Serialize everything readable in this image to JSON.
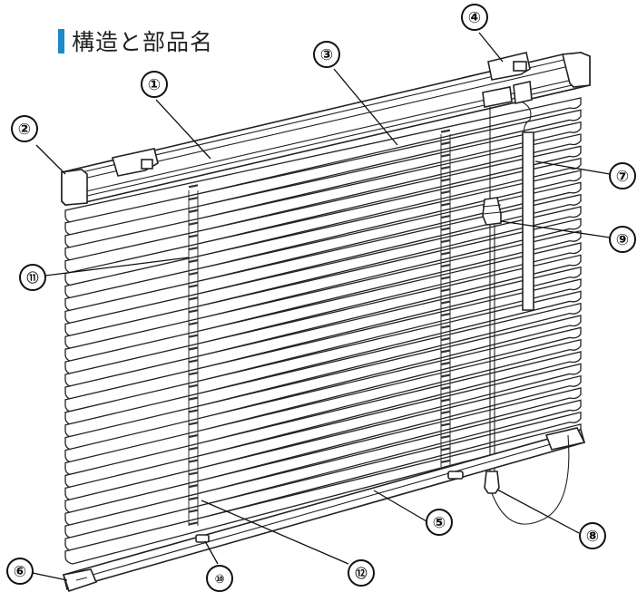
{
  "title": "構造と部品名",
  "colors": {
    "accent": "#1e88c8",
    "line": "#222222"
  },
  "callouts": [
    {
      "id": "1",
      "label": "①"
    },
    {
      "id": "2",
      "label": "②"
    },
    {
      "id": "3",
      "label": "③"
    },
    {
      "id": "4",
      "label": "④"
    },
    {
      "id": "5",
      "label": "⑤"
    },
    {
      "id": "6",
      "label": "⑥"
    },
    {
      "id": "7",
      "label": "⑦"
    },
    {
      "id": "8",
      "label": "⑧"
    },
    {
      "id": "9",
      "label": "⑨"
    },
    {
      "id": "10",
      "label": "⑩"
    },
    {
      "id": "11",
      "label": "⑪"
    },
    {
      "id": "12",
      "label": "⑫"
    }
  ]
}
